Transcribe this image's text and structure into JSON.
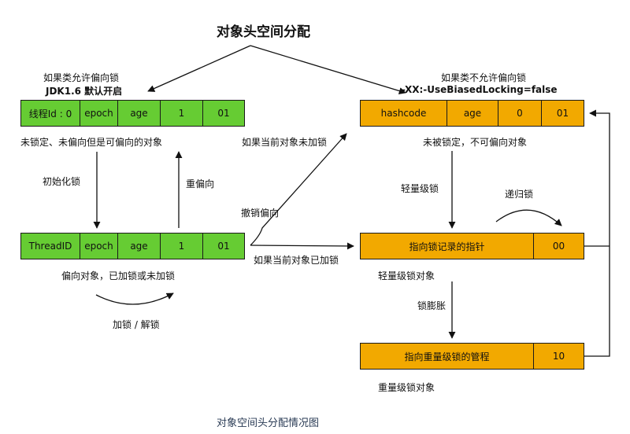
{
  "title": "对象头空间分配",
  "caption": "对象空间头分配情况图",
  "left": {
    "header_line1": "如果类允许偏向锁",
    "header_line2": "JDK1.6 默认开启",
    "biasable_row": [
      "线程Id : 0",
      "epoch",
      "age",
      "1",
      "01"
    ],
    "biasable_label": "未锁定、未偏向但是可偏向的对象",
    "init_lock": "初始化锁",
    "rebias": "重偏向",
    "biased_row": [
      "ThreadID",
      "epoch",
      "age",
      "1",
      "01"
    ],
    "biased_label": "偏向对象，已加锁或未加锁",
    "lock_unlock": "加锁 / 解锁"
  },
  "middle": {
    "if_unlocked": "如果当前对象未加锁",
    "revoke_bias": "撤销偏向",
    "if_locked": "如果当前对象已加锁"
  },
  "right": {
    "header_line1": "如果类不允许偏向锁",
    "header_line2": "-XX:-UseBiasedLocking=false",
    "unlocked_row": [
      "hashcode",
      "age",
      "0",
      "01"
    ],
    "unlocked_label": "未被锁定，不可偏向对象",
    "lightweight_lock": "轻量级锁",
    "recursive_lock": "递归锁",
    "lightweight_row": [
      "指向锁记录的指针",
      "00"
    ],
    "lightweight_label": "轻量级锁对象",
    "inflate": "锁膨胀",
    "heavyweight_row": [
      "指向重量级锁的管程",
      "10"
    ],
    "heavyweight_label": "重量级锁对象"
  },
  "colors": {
    "green": "#66cc33",
    "orange": "#f2a900"
  }
}
